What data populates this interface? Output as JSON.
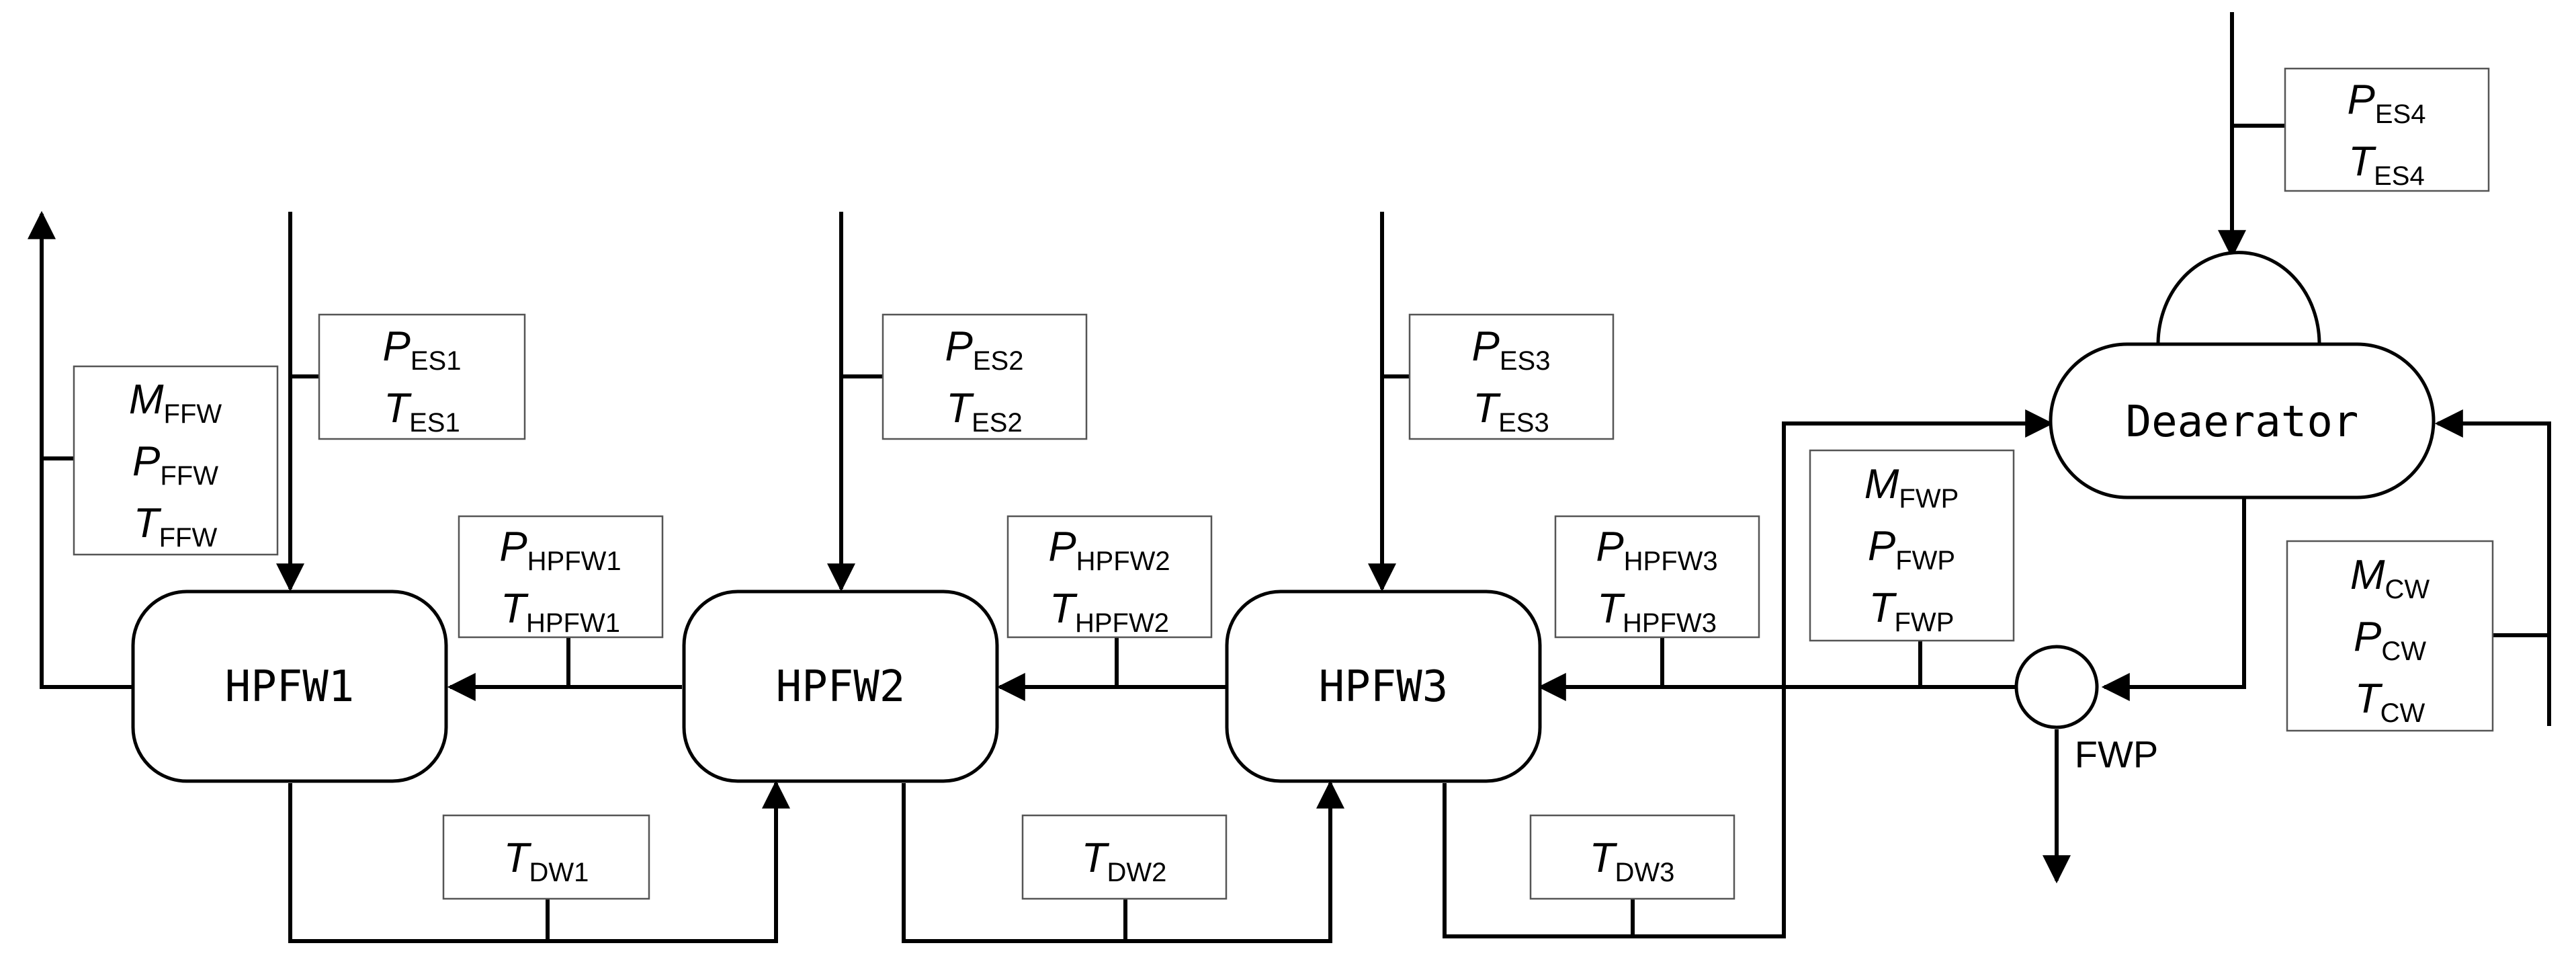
{
  "units": {
    "hpfw1": "HPFW1",
    "hpfw2": "HPFW2",
    "hpfw3": "HPFW3",
    "deaerator": "Deaerator",
    "fwp": "FWP"
  },
  "labels": {
    "es1": [
      {
        "v": "P",
        "s": "ES1"
      },
      {
        "v": "T",
        "s": "ES1"
      }
    ],
    "es2": [
      {
        "v": "P",
        "s": "ES2"
      },
      {
        "v": "T",
        "s": "ES2"
      }
    ],
    "es3": [
      {
        "v": "P",
        "s": "ES3"
      },
      {
        "v": "T",
        "s": "ES3"
      }
    ],
    "es4": [
      {
        "v": "P",
        "s": "ES4"
      },
      {
        "v": "T",
        "s": "ES4"
      }
    ],
    "ffw": [
      {
        "v": "M",
        "s": "FFW"
      },
      {
        "v": "P",
        "s": "FFW"
      },
      {
        "v": "T",
        "s": "FFW"
      }
    ],
    "hpfw1": [
      {
        "v": "P",
        "s": "HPFW1"
      },
      {
        "v": "T",
        "s": "HPFW1"
      }
    ],
    "hpfw2": [
      {
        "v": "P",
        "s": "HPFW2"
      },
      {
        "v": "T",
        "s": "HPFW2"
      }
    ],
    "hpfw3": [
      {
        "v": "P",
        "s": "HPFW3"
      },
      {
        "v": "T",
        "s": "HPFW3"
      }
    ],
    "fwp": [
      {
        "v": "M",
        "s": "FWP"
      },
      {
        "v": "P",
        "s": "FWP"
      },
      {
        "v": "T",
        "s": "FWP"
      }
    ],
    "cw": [
      {
        "v": "M",
        "s": "CW"
      },
      {
        "v": "P",
        "s": "CW"
      },
      {
        "v": "T",
        "s": "CW"
      }
    ],
    "dw1": [
      {
        "v": "T",
        "s": "DW1"
      }
    ],
    "dw2": [
      {
        "v": "T",
        "s": "DW2"
      }
    ],
    "dw3": [
      {
        "v": "T",
        "s": "DW3"
      }
    ]
  }
}
